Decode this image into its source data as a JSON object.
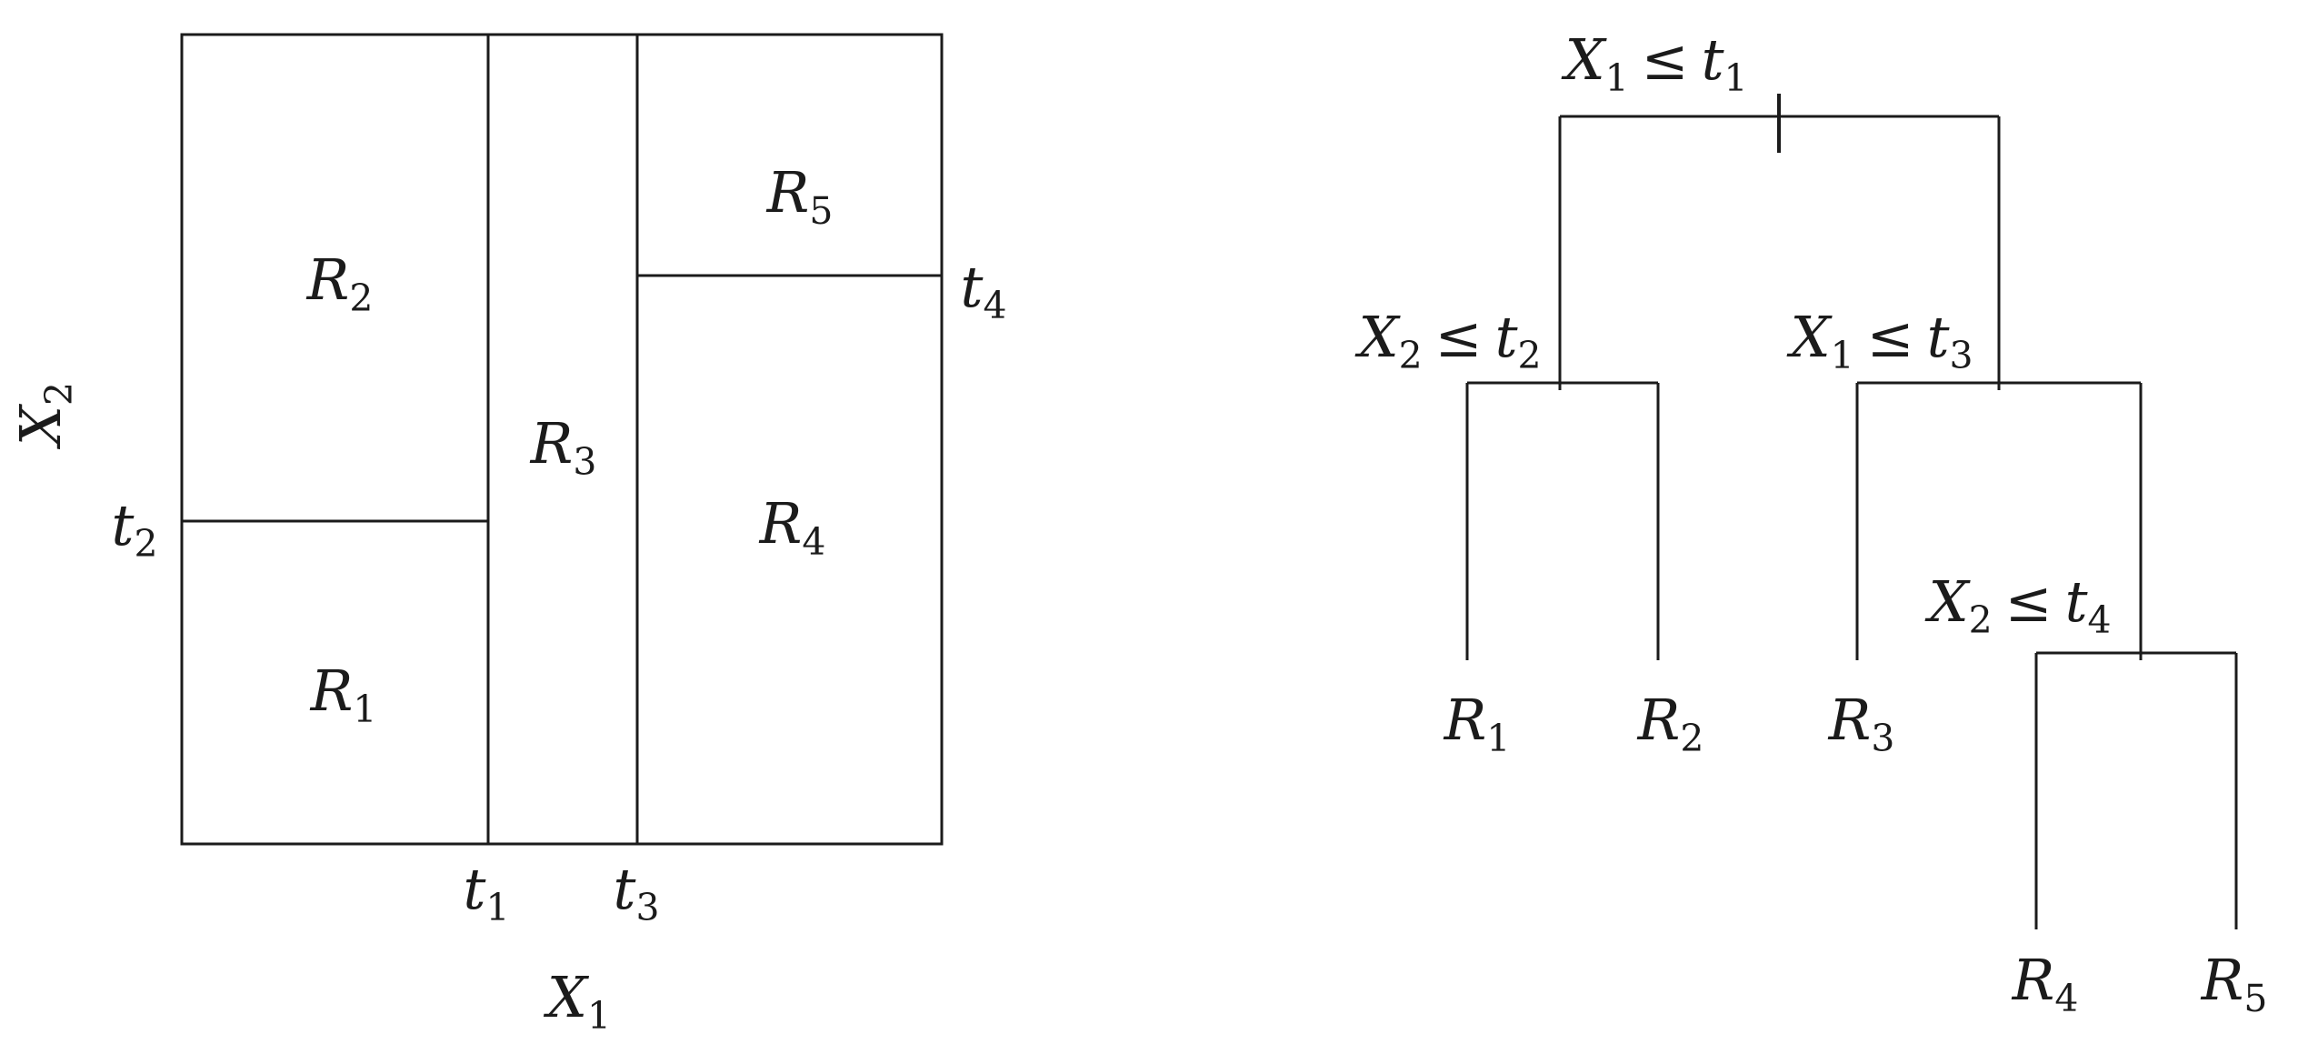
{
  "colors": {
    "background": "#ffffff",
    "line": "#1b1b1b",
    "text": "#1b1b1b"
  },
  "partition": {
    "x_axis_label": {
      "base": "X",
      "sub": "1"
    },
    "y_axis_label": {
      "base": "X",
      "sub": "2"
    },
    "regions": [
      {
        "base": "R",
        "sub": "1"
      },
      {
        "base": "R",
        "sub": "2"
      },
      {
        "base": "R",
        "sub": "3"
      },
      {
        "base": "R",
        "sub": "4"
      },
      {
        "base": "R",
        "sub": "5"
      }
    ],
    "thresholds": [
      {
        "base": "t",
        "sub": "1"
      },
      {
        "base": "t",
        "sub": "2"
      },
      {
        "base": "t",
        "sub": "3"
      },
      {
        "base": "t",
        "sub": "4"
      }
    ]
  },
  "tree": {
    "splits": [
      {
        "lhs_base": "X",
        "lhs_sub": "1",
        "op": "≤",
        "rhs_base": "t",
        "rhs_sub": "1"
      },
      {
        "lhs_base": "X",
        "lhs_sub": "2",
        "op": "≤",
        "rhs_base": "t",
        "rhs_sub": "2"
      },
      {
        "lhs_base": "X",
        "lhs_sub": "1",
        "op": "≤",
        "rhs_base": "t",
        "rhs_sub": "3"
      },
      {
        "lhs_base": "X",
        "lhs_sub": "2",
        "op": "≤",
        "rhs_base": "t",
        "rhs_sub": "4"
      }
    ],
    "leaves": [
      {
        "base": "R",
        "sub": "1"
      },
      {
        "base": "R",
        "sub": "2"
      },
      {
        "base": "R",
        "sub": "3"
      },
      {
        "base": "R",
        "sub": "4"
      },
      {
        "base": "R",
        "sub": "5"
      }
    ]
  }
}
